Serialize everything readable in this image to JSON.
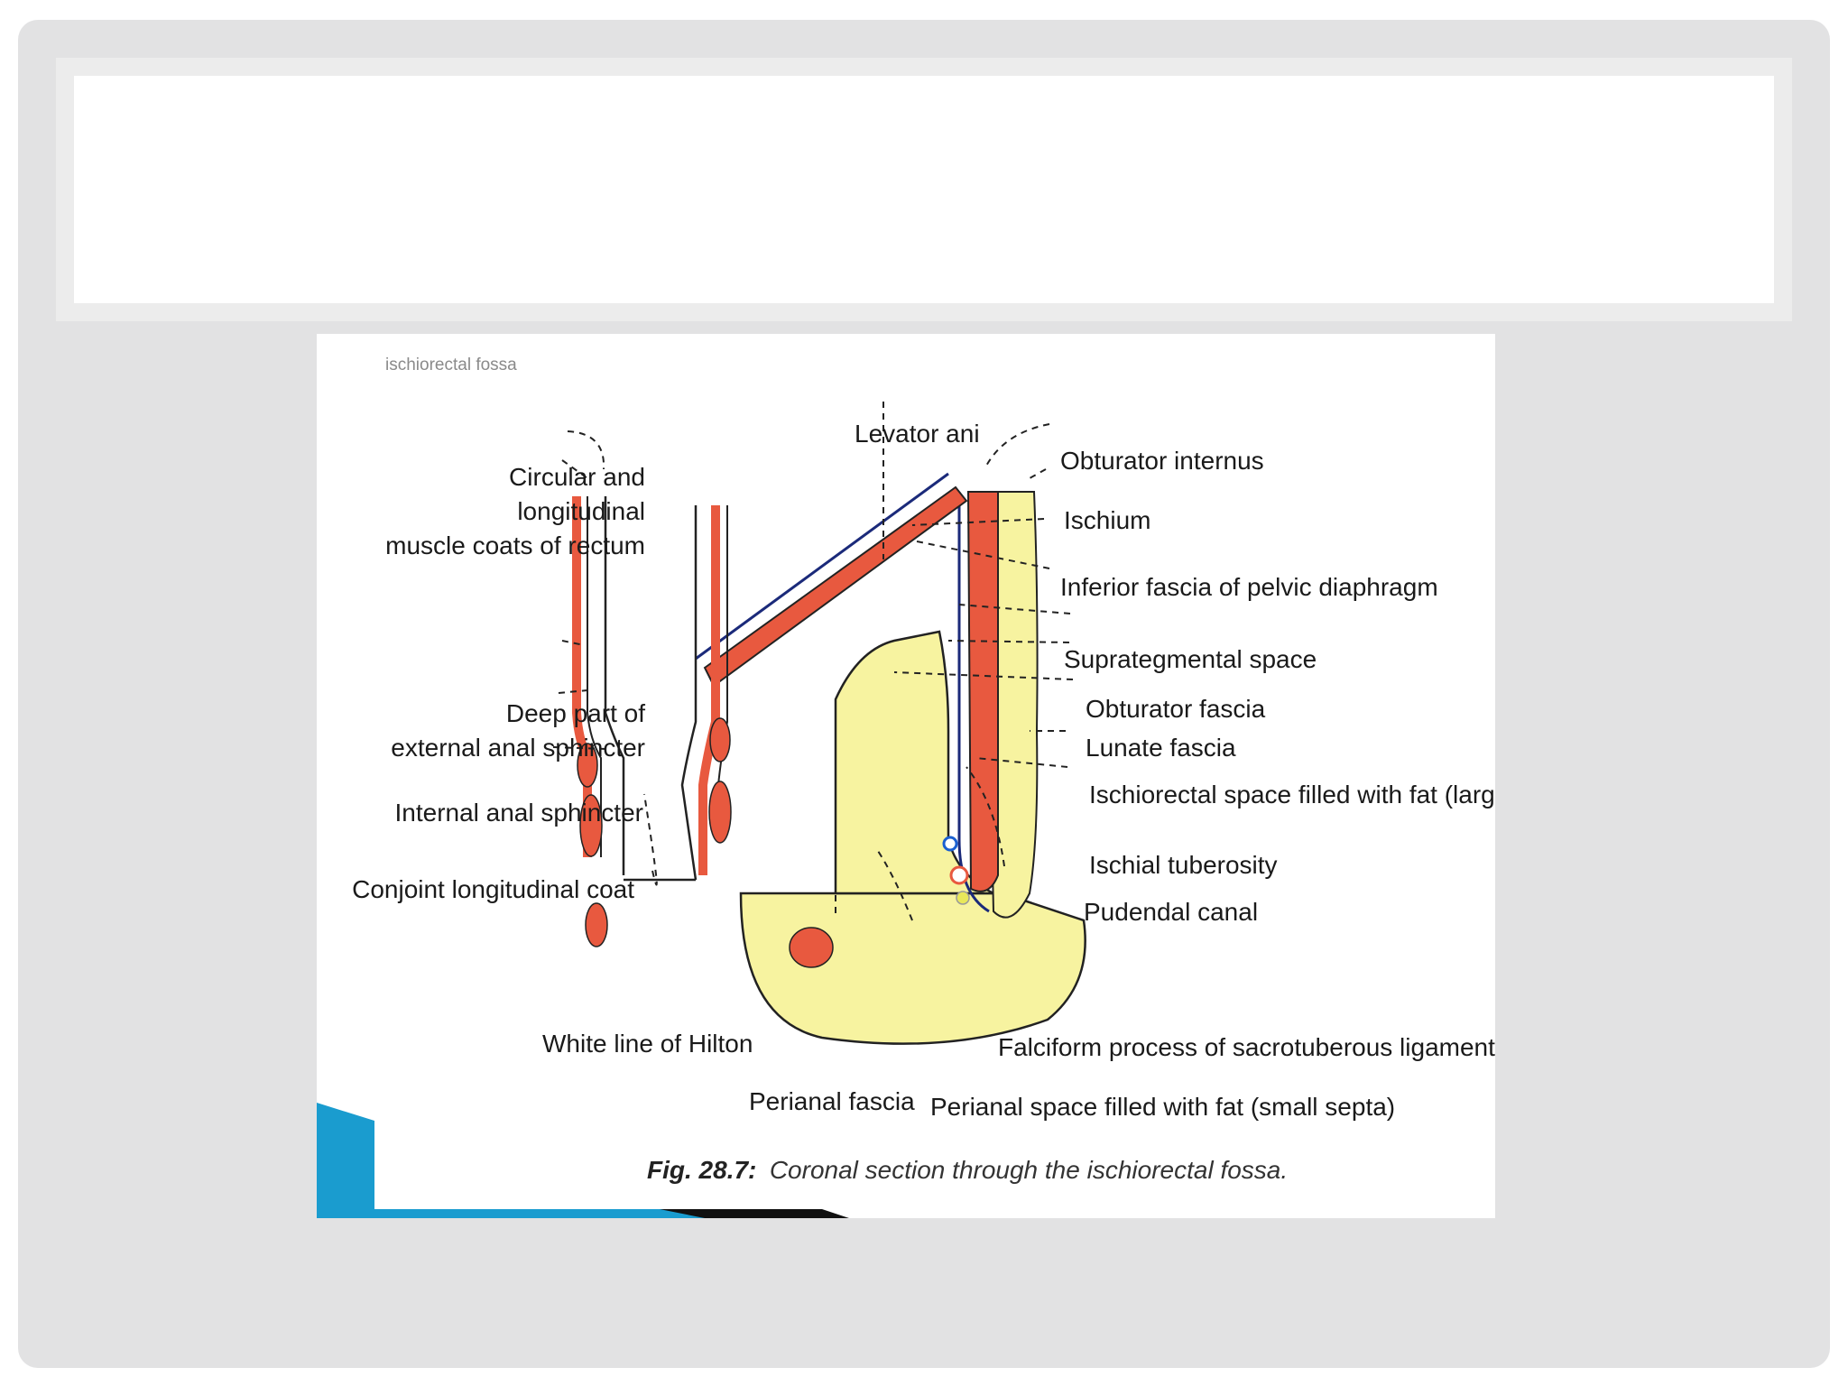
{
  "slide": {
    "title": ""
  },
  "figure": {
    "header": "ischiorectal fossa",
    "caption_prefix": "Fig. 28.7:",
    "caption_text": "Coronal section through the ischiorectal fossa.",
    "labels": {
      "levator_ani": "Levator ani",
      "obturator_internus": "Obturator internus",
      "ischium": "Ischium",
      "inferior_fascia": "Inferior fascia of pelvic diaphragm",
      "suprategmental": "Suprategmental space",
      "obturator_fascia": "Obturator fascia",
      "lunate_fascia": "Lunate fascia",
      "ischiorectal_space": "Ischiorectal space filled with fat (large septa)",
      "ischial_tuberosity": "Ischial tuberosity",
      "pudendal_canal": "Pudendal canal",
      "falciform": "Falciform process of sacrotuberous ligament",
      "perianal_space": "Perianal space filled with fat (small septa)",
      "perianal_fascia": "Perianal fascia",
      "white_line": "White line of Hilton",
      "conjoint": "Conjoint longitudinal coat",
      "internal_sphincter": "Internal anal sphincter",
      "deep_part_1": "Deep part of",
      "deep_part_2": "external anal sphincter",
      "circular_1": "Circular and",
      "circular_2": "longitudinal",
      "circular_3": "muscle coats of rectum"
    }
  },
  "colors": {
    "slide_bg": "#e2e2e3",
    "fat_yellow": "#f7f3a0",
    "muscle_red": "#e8593f",
    "accent_blue": "#1a9ccf"
  }
}
